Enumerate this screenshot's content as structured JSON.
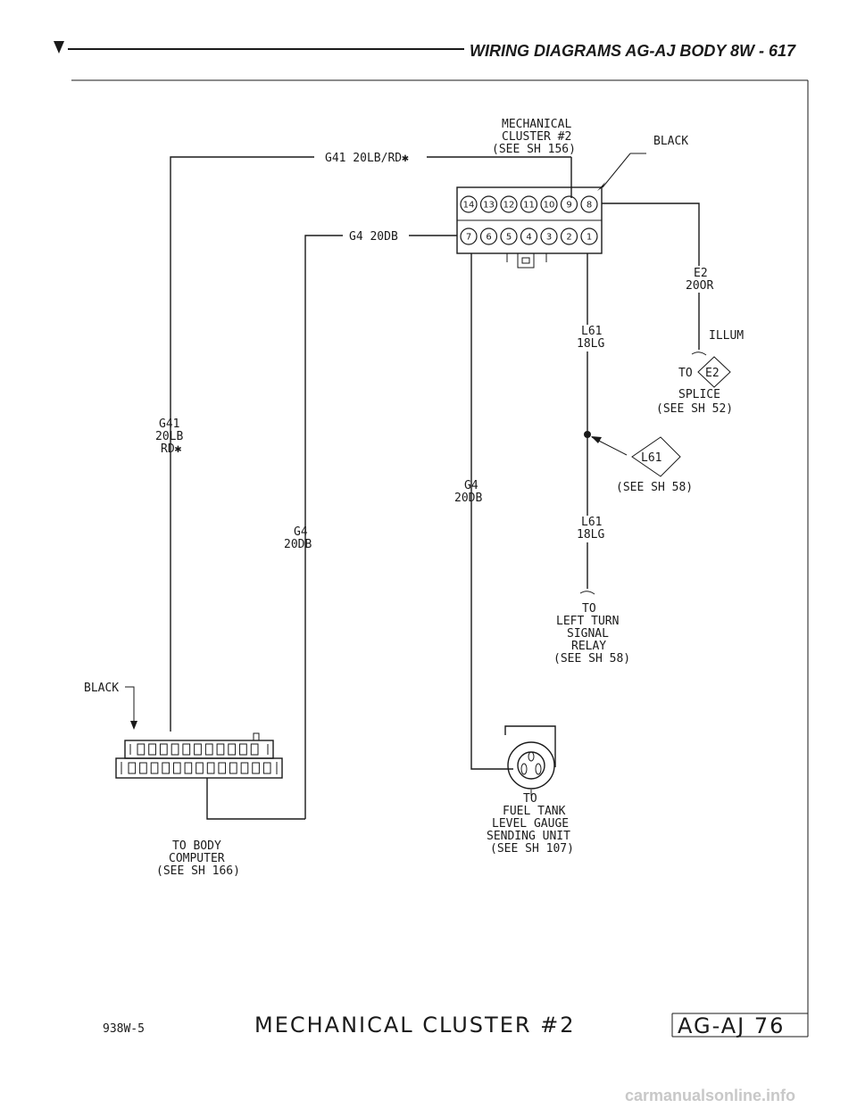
{
  "header": {
    "title": "WIRING DIAGRAMS AG-AJ BODY",
    "page": "8W - 617"
  },
  "cluster": {
    "name": "MECHANICAL",
    "name2": "CLUSTER #2",
    "ref": "(SEE SH 156)",
    "color": "BLACK",
    "row1_pins": [
      "14",
      "13",
      "12",
      "11",
      "10",
      "9",
      "8"
    ],
    "row2_pins": [
      "7",
      "6",
      "5",
      "4",
      "3",
      "2",
      "1"
    ]
  },
  "wires": {
    "g41_top": "G41 20LB/RD✱",
    "g4_top": "G4 20DB",
    "g41_v1": "G41",
    "g41_v2": "20LB",
    "g41_v3": "RD✱",
    "g4_left1": "G4",
    "g4_left2": "20DB",
    "g4_mid1": "G4",
    "g4_mid2": "20DB",
    "l61_a1": "L61",
    "l61_a2": "18LG",
    "l61_b1": "L61",
    "l61_b2": "18LG",
    "e2_1": "E2",
    "e2_2": "20OR",
    "illum": "ILLUM"
  },
  "splice": {
    "to": "TO",
    "id": "E2",
    "label": "SPLICE",
    "ref": "(SEE SH 52)"
  },
  "l61_conn": {
    "id": "L61",
    "ref": "(SEE SH 58)"
  },
  "turn_relay": {
    "l1": "TO",
    "l2": "LEFT TURN",
    "l3": "SIGNAL",
    "l4": "RELAY",
    "l5": "(SEE SH 58)"
  },
  "body_computer": {
    "color": "BLACK",
    "l1": "TO BODY",
    "l2": "COMPUTER",
    "l3": "(SEE SH 166)"
  },
  "fuel_gauge": {
    "l1": "TO",
    "l2": "FUEL TANK",
    "l3": "LEVEL GAUGE",
    "l4": "SENDING UNIT",
    "l5": "(SEE SH 107)"
  },
  "footer": {
    "code": "938W-5",
    "title": "MECHANICAL CLUSTER #2",
    "box": "AG-AJ 76"
  },
  "watermark": "carmanualsonline.info"
}
